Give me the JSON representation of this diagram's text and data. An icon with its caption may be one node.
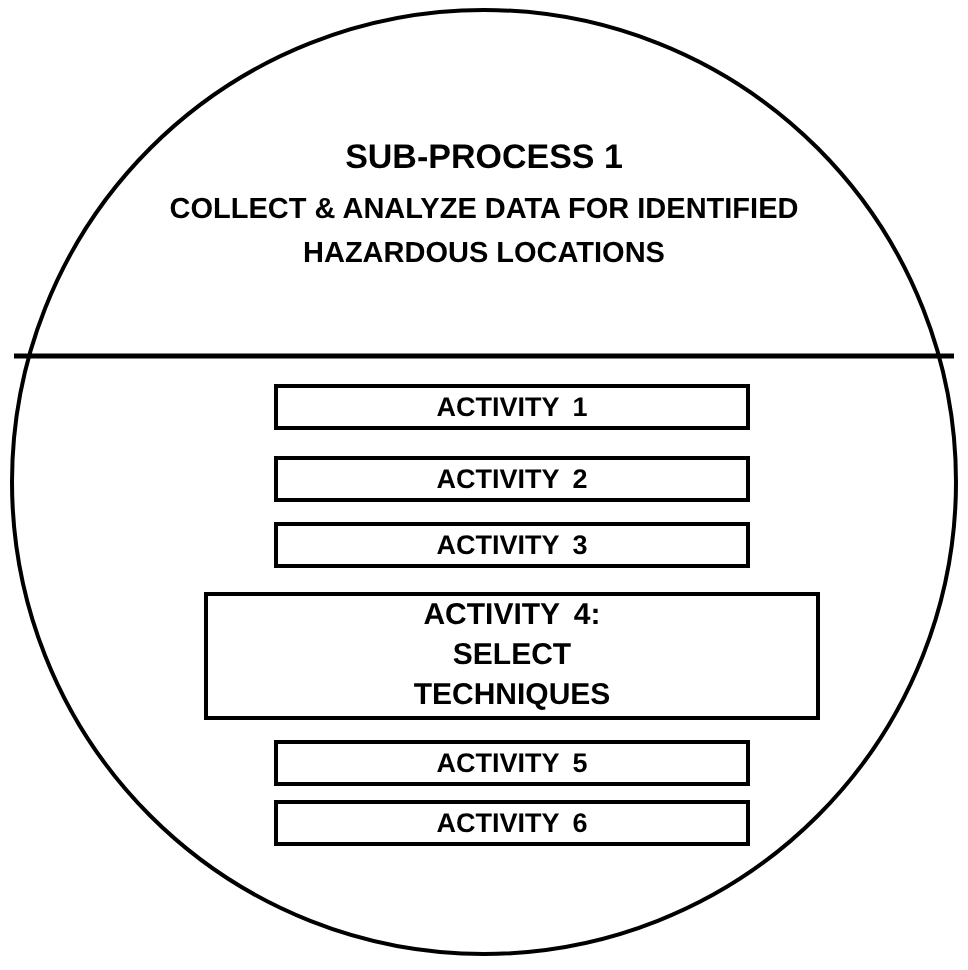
{
  "diagram": {
    "nodes": [
      {
        "text": [
          "SUB-PROCESS 1",
          "COLLECT & ANALYZE DATA FOR IDENTIFIED HAZARDOUS LOCATIONS"
        ]
      },
      {
        "text": [
          "ACTIVITY 1"
        ],
        "in": 0
      },
      {
        "text": [
          "ACTIVITY 2"
        ],
        "in": 0
      },
      {
        "text": [
          "ACTIVITY 3"
        ],
        "in": 0
      },
      {
        "text": [
          "ACTIVITY 4: SELECT TECHNIQUES"
        ],
        "in": 0
      },
      {
        "text": [
          "ACTIVITY 5"
        ],
        "in": 0
      },
      {
        "text": [
          "ACTIVITY 6"
        ],
        "in": 0
      }
    ]
  }
}
